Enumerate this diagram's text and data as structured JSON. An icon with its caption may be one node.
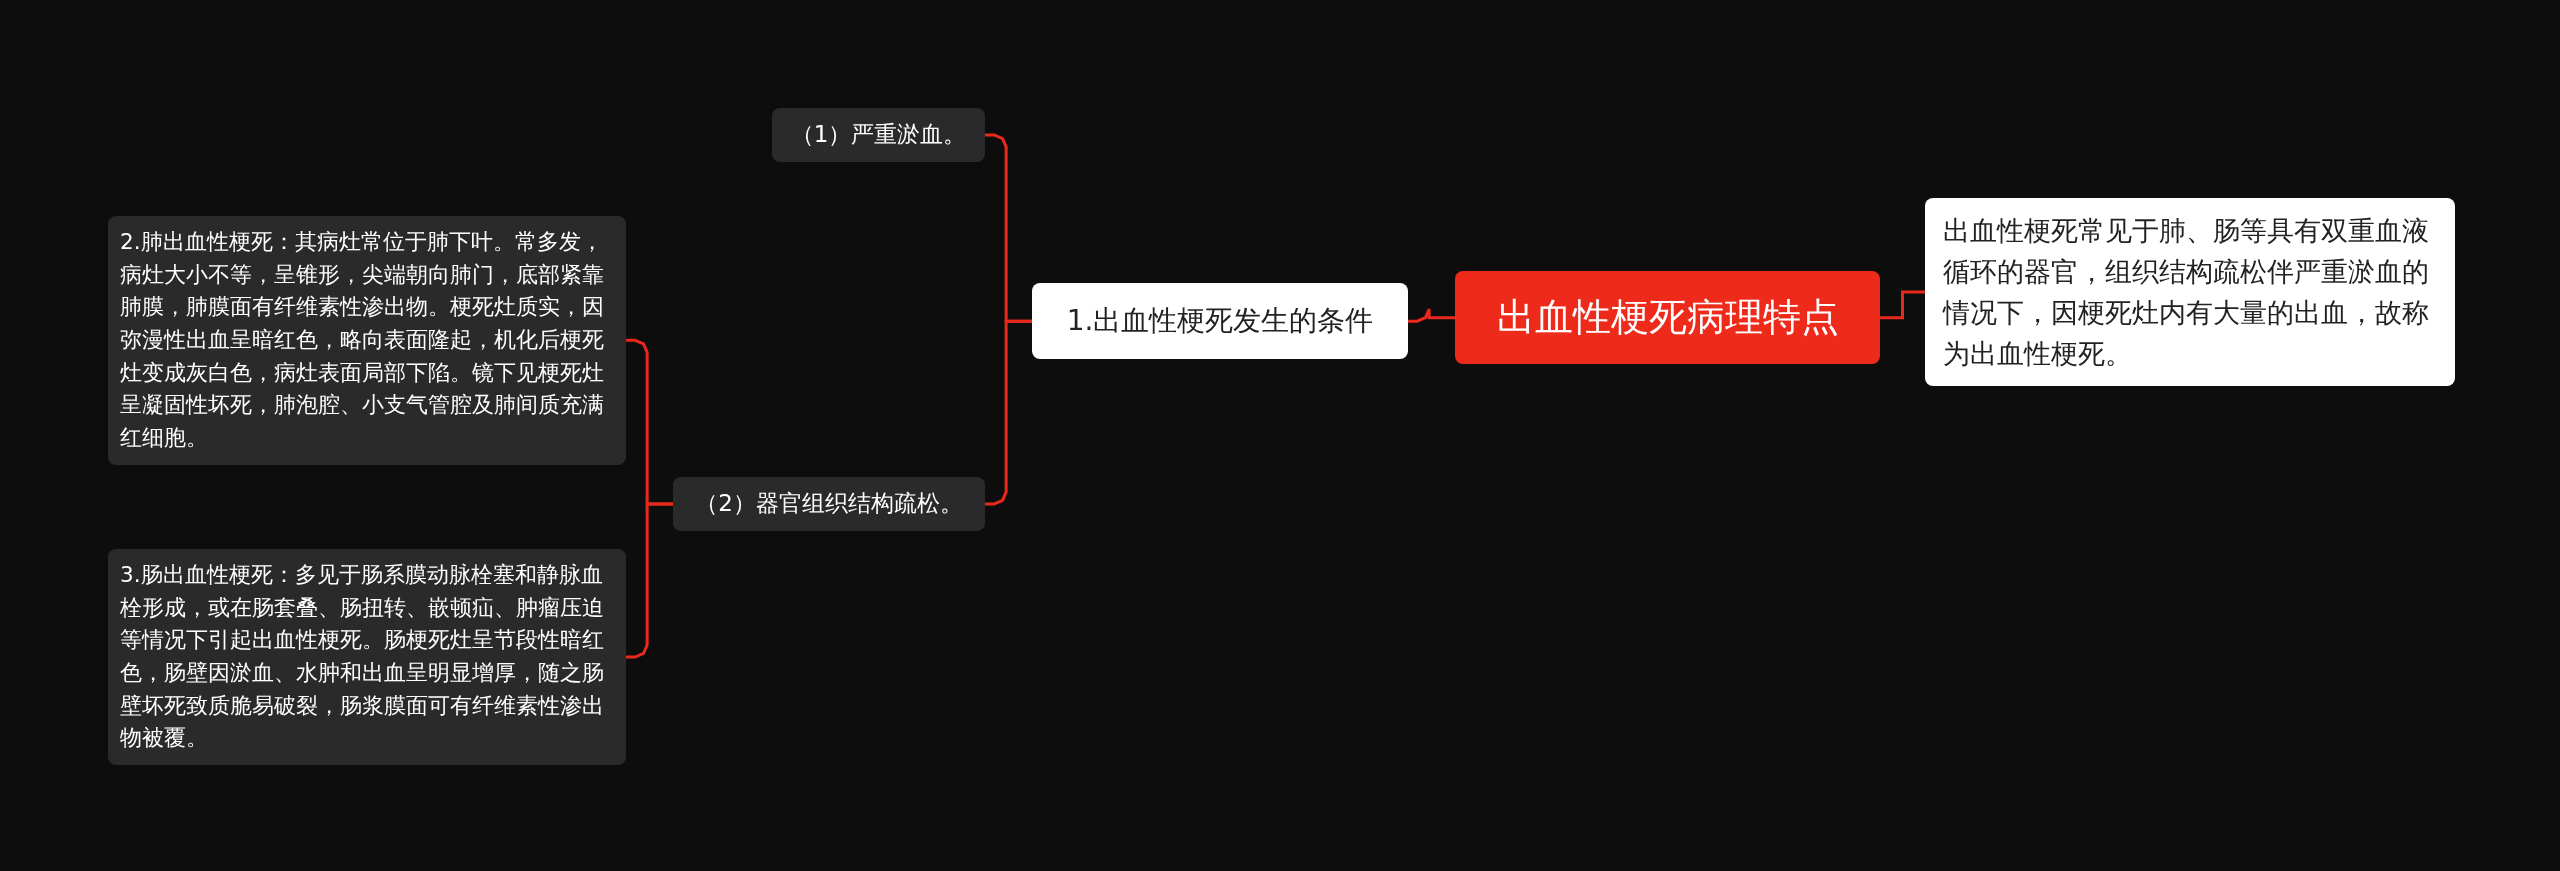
{
  "diagram": {
    "nodes": [
      {
        "text": [
          "出血性梗死病理特点"
        ]
      },
      {
        "text": [
          "出血性梗死常见于肺、肠等具有双重血液循环的器官，组织结构疏松伴严重淤血的情况下，因梗死灶内有大量的出血，故称为出血性梗死。"
        ]
      },
      {
        "text": [
          "1.出血性梗死发生的条件"
        ]
      },
      {
        "text": [
          "（1）严重淤血。"
        ]
      },
      {
        "text": [
          "（2）器官组织结构疏松。"
        ]
      },
      {
        "text": [
          "2.肺出血性梗死：其病灶常位于肺下叶。常多发，病灶大小不等，呈锥形，尖端朝向肺门，底部紧靠肺膜，肺膜面有纤维素性渗出物。梗死灶质实，因弥漫性出血呈暗红色，略向表面隆起，机化后梗死灶变成灰白色，病灶表面局部下陷。镜下见梗死灶呈凝固性坏死，肺泡腔、小支气管腔及肺间质充满红细胞。"
        ]
      },
      {
        "text": [
          "3.肠出血性梗死：多见于肠系膜动脉栓塞和静脉血栓形成，或在肠套叠、肠扭转、嵌顿疝、肿瘤压迫等情况下引起出血性梗死。肠梗死灶呈节段性暗红色，肠壁因淤血、水肿和出血呈明显增厚，随之肠壁坏死致质脆易破裂，肠浆膜面可有纤维素性渗出物被覆。"
        ]
      }
    ],
    "edges": [
      {
        "from": 0,
        "to": 1,
        "arrow": "none"
      },
      {
        "from": 0,
        "to": 2,
        "arrow": "none"
      },
      {
        "from": 2,
        "to": 3,
        "arrow": "none"
      },
      {
        "from": 2,
        "to": 4,
        "arrow": "none"
      },
      {
        "from": 4,
        "to": 5,
        "arrow": "none"
      },
      {
        "from": 4,
        "to": 6,
        "arrow": "none"
      }
    ]
  }
}
